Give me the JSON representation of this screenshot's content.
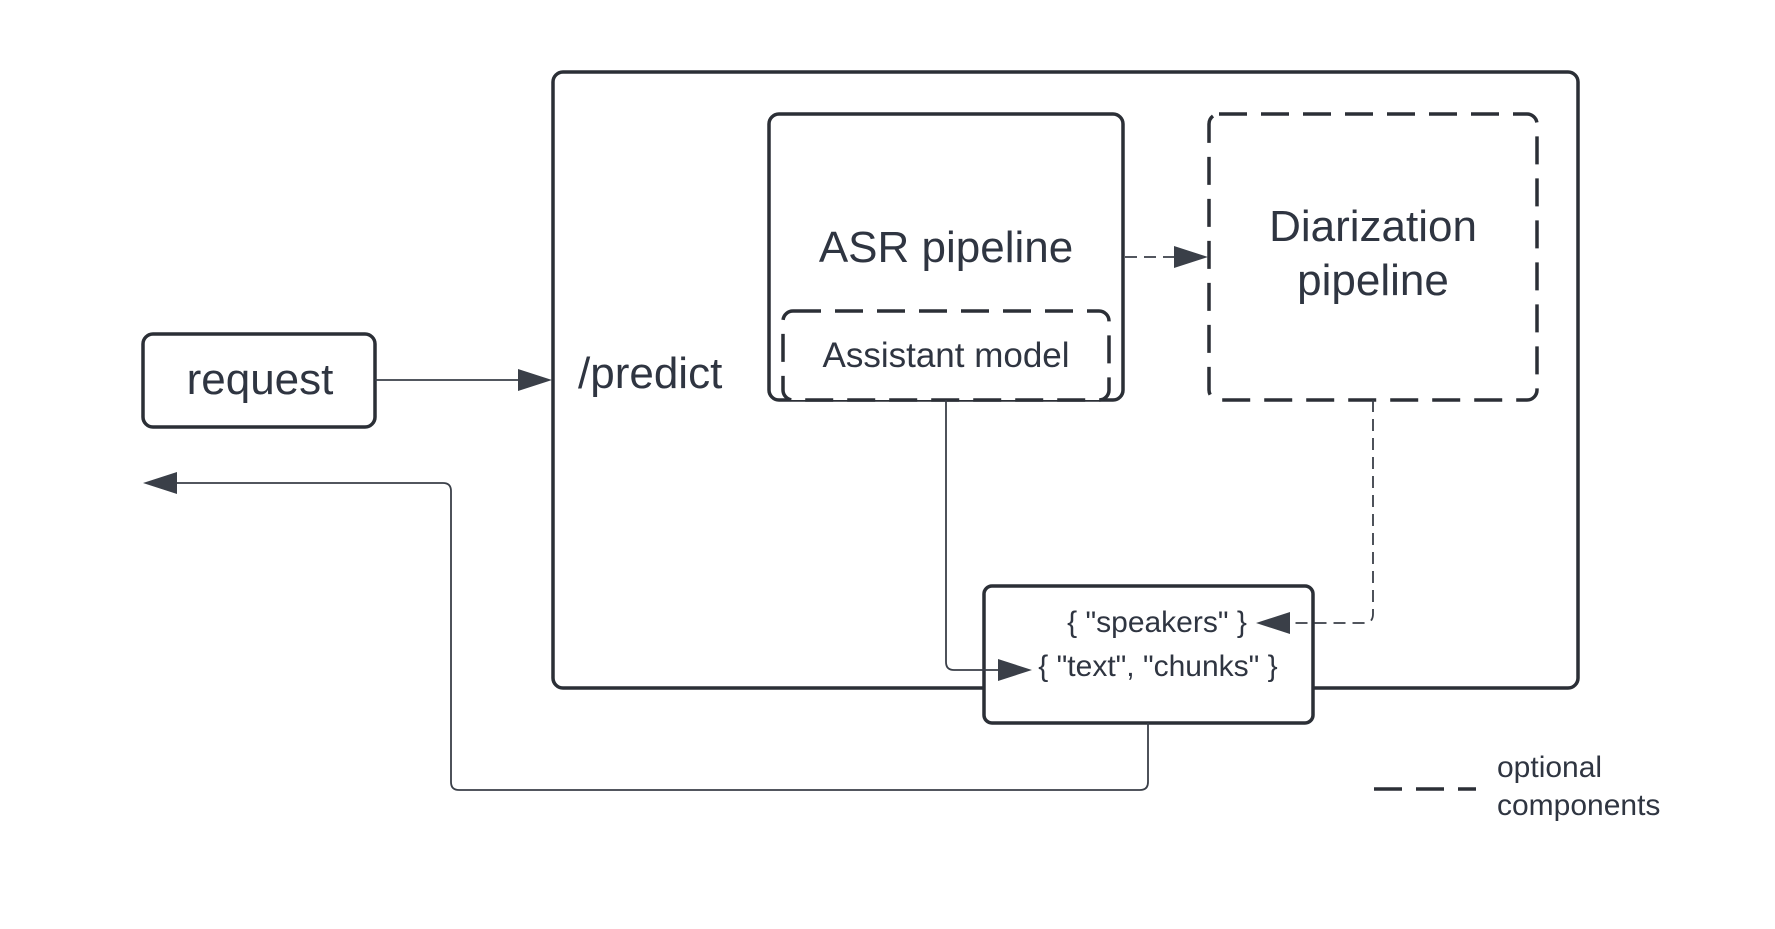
{
  "nodes": {
    "request": {
      "label": "request"
    },
    "predict": {
      "label": "/predict"
    },
    "asr": {
      "label": "ASR pipeline"
    },
    "assistant": {
      "label": "Assistant model"
    },
    "diarization": {
      "line1": "Diarization",
      "line2": "pipeline"
    },
    "output": {
      "speakers": "{ \"speakers\" }",
      "text_chunks": "{ \"text\", \"chunks\" }"
    }
  },
  "legend": {
    "line1": "optional",
    "line2": "components"
  },
  "colors": {
    "stroke": "#2b2f36",
    "text": "#2f3541",
    "background": "#ffffff"
  }
}
